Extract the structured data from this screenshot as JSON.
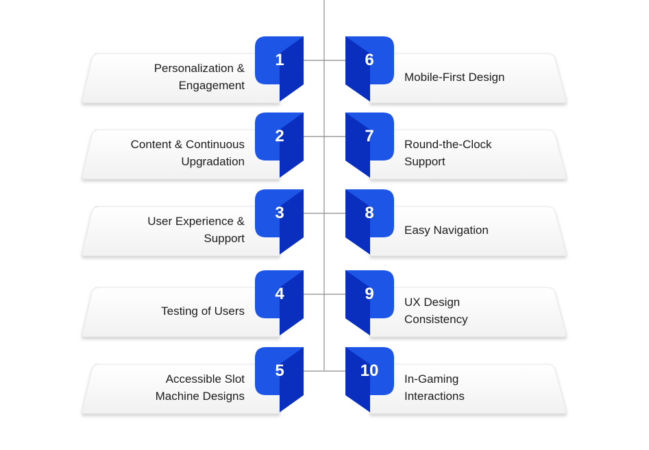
{
  "colors": {
    "badge_light": "#1d55e6",
    "badge_dark": "#0a2fbf",
    "connector": "#8a8a8a",
    "card_fill": "#f7f7f7"
  },
  "left_items": [
    {
      "number": "1",
      "line1": "Personalization &",
      "line2": "Engagement"
    },
    {
      "number": "2",
      "line1": "Content & Continuous",
      "line2": "Upgradation"
    },
    {
      "number": "3",
      "line1": "User Experience &",
      "line2": "Support"
    },
    {
      "number": "4",
      "line1": "Testing of Users",
      "line2": ""
    },
    {
      "number": "5",
      "line1": "Accessible Slot",
      "line2": "Machine Designs"
    }
  ],
  "right_items": [
    {
      "number": "6",
      "line1": "Mobile-First Design",
      "line2": ""
    },
    {
      "number": "7",
      "line1": "Round-the-Clock",
      "line2": "Support"
    },
    {
      "number": "8",
      "line1": "Easy Navigation",
      "line2": ""
    },
    {
      "number": "9",
      "line1": "UX Design",
      "line2": "Consistency"
    },
    {
      "number": "10",
      "line1": "In-Gaming",
      "line2": "Interactions"
    }
  ]
}
